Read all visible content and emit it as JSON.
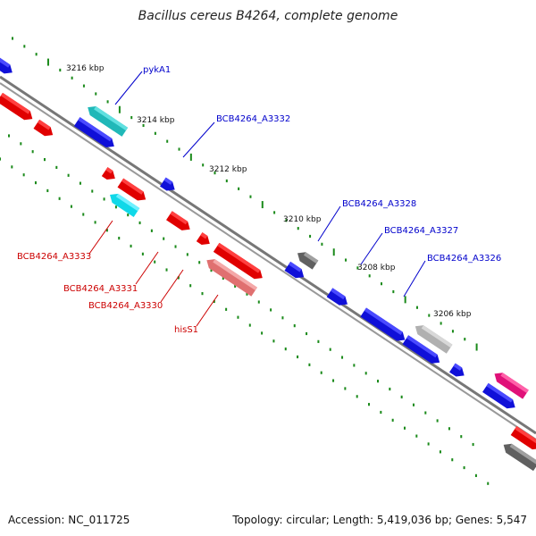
{
  "title": "Bacillus cereus B4264, complete genome",
  "accession": "Accession: NC_011725",
  "topology": "Topology: circular; Length: 5,419,036 bp; Genes: 5,547",
  "colors": {
    "backbone": "#888888",
    "tick": "#1a8a1a",
    "label_forward": "#0000cc",
    "label_reverse": "#cc0000"
  },
  "kbp_labels": [
    "3216 kbp",
    "3214 kbp",
    "3212 kbp",
    "3210 kbp",
    "3208 kbp",
    "3206 kbp"
  ],
  "gene_labels": {
    "pykA1": "pykA1",
    "BCB4264_A3332": "BCB4264_A3332",
    "BCB4264_A3328": "BCB4264_A3328",
    "BCB4264_A3327": "BCB4264_A3327",
    "BCB4264_A3326": "BCB4264_A3326",
    "BCB4264_A3333": "BCB4264_A3333",
    "BCB4264_A3331": "BCB4264_A3331",
    "BCB4264_A3330": "BCB4264_A3330",
    "hisS1": "hisS1"
  }
}
